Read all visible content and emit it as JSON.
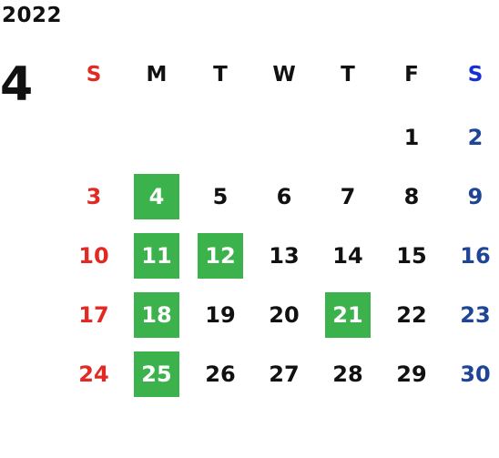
{
  "calendar": {
    "year": "2022",
    "month": "4",
    "weekdays": [
      "S",
      "M",
      "T",
      "W",
      "T",
      "F",
      "S"
    ],
    "weeks": [
      [
        "",
        "",
        "",
        "",
        "",
        "1",
        "2"
      ],
      [
        "3",
        "4",
        "5",
        "6",
        "7",
        "8",
        "9"
      ],
      [
        "10",
        "11",
        "12",
        "13",
        "14",
        "15",
        "16"
      ],
      [
        "17",
        "18",
        "19",
        "20",
        "21",
        "22",
        "23"
      ],
      [
        "24",
        "25",
        "26",
        "27",
        "28",
        "29",
        "30"
      ]
    ],
    "highlighted_days": [
      "4",
      "11",
      "12",
      "18",
      "21",
      "25"
    ]
  },
  "colors": {
    "sunday": "#e02a23",
    "saturday_header": "#1a2fd0",
    "saturday": "#1f4596",
    "weekday": "#111111",
    "highlight_bg": "#3bb24b",
    "highlight_text": "#ffffff"
  }
}
